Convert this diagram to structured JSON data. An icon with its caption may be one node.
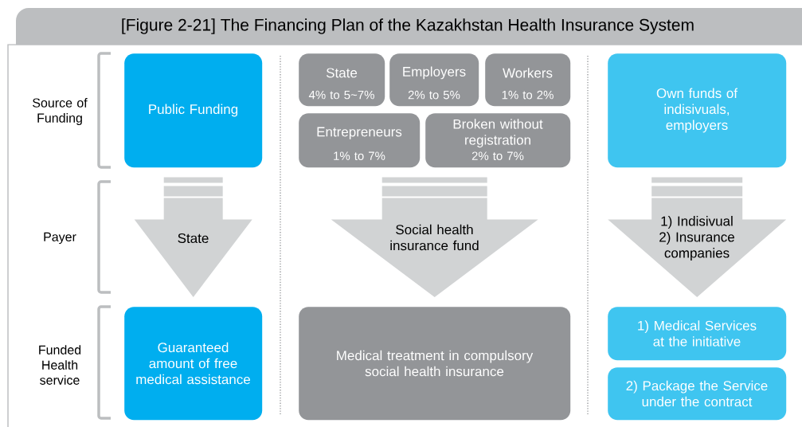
{
  "diagram": {
    "title": "[Figure 2-21] The Financing Plan of the Kazakhstan Health Insurance System",
    "nodes": [
      {
        "text": [
          "Public Funding"
        ]
      },
      {
        "text": [
          "State",
          "4% to 5~7%"
        ]
      },
      {
        "text": [
          "Employers",
          "2% to 5%"
        ]
      },
      {
        "text": [
          "Workers",
          "1% to 2%"
        ]
      },
      {
        "text": [
          "Entrepreneurs",
          "1% to 7%"
        ]
      },
      {
        "text": [
          "Broken without registration",
          "2% to 7%"
        ]
      },
      {
        "text": [
          "Own funds of indisivuals, employers"
        ]
      },
      {
        "text": [
          "Guaranteed amount of free medical assistance"
        ]
      },
      {
        "text": [
          "Medical treatment in compulsory social health insurance"
        ]
      },
      {
        "text": [
          "1) Medical Services at the initiative"
        ]
      },
      {
        "text": [
          "2) Package the Service under the contract"
        ]
      }
    ],
    "edges": [
      {
        "from": 0,
        "to": 7,
        "arrow": "to",
        "label": "State"
      },
      {
        "from": 1,
        "to": 8,
        "arrow": "to",
        "label": "Social health insurance fund"
      },
      {
        "from": 2,
        "to": 8,
        "arrow": "to"
      },
      {
        "from": 3,
        "to": 8,
        "arrow": "to"
      },
      {
        "from": 4,
        "to": 8,
        "arrow": "to"
      },
      {
        "from": 5,
        "to": 8,
        "arrow": "to"
      },
      {
        "from": 6,
        "to": 9,
        "arrow": "to",
        "label": "1) Indisivual 2) Insurance companies"
      },
      {
        "from": 6,
        "to": 10,
        "arrow": "to"
      }
    ],
    "labels": [
      "Source of Funding",
      "Payer",
      "Funded Health service"
    ]
  }
}
